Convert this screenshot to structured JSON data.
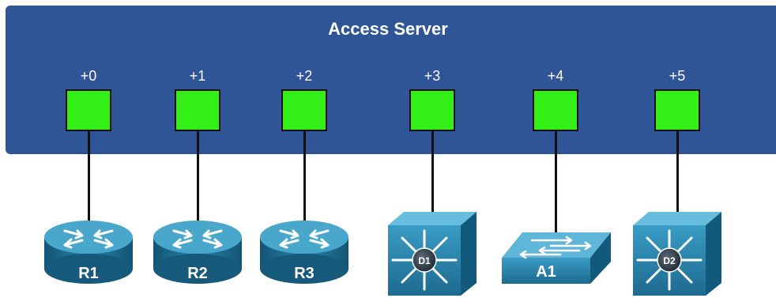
{
  "diagram": {
    "title": "Access Server",
    "ports": [
      {
        "label": "+0",
        "device": "R1",
        "device_type": "router"
      },
      {
        "label": "+1",
        "device": "R2",
        "device_type": "router"
      },
      {
        "label": "+2",
        "device": "R3",
        "device_type": "router"
      },
      {
        "label": "+3",
        "device": "D1",
        "device_type": "multilayer-switch"
      },
      {
        "label": "+4",
        "device": "A1",
        "device_type": "switch"
      },
      {
        "label": "+5",
        "device": "D2",
        "device_type": "multilayer-switch"
      }
    ],
    "colors": {
      "server_fill": "#2f5597",
      "port_fill": "#33ee17",
      "device_blue": "#1f6f96",
      "device_light": "#4aa7cc"
    }
  }
}
